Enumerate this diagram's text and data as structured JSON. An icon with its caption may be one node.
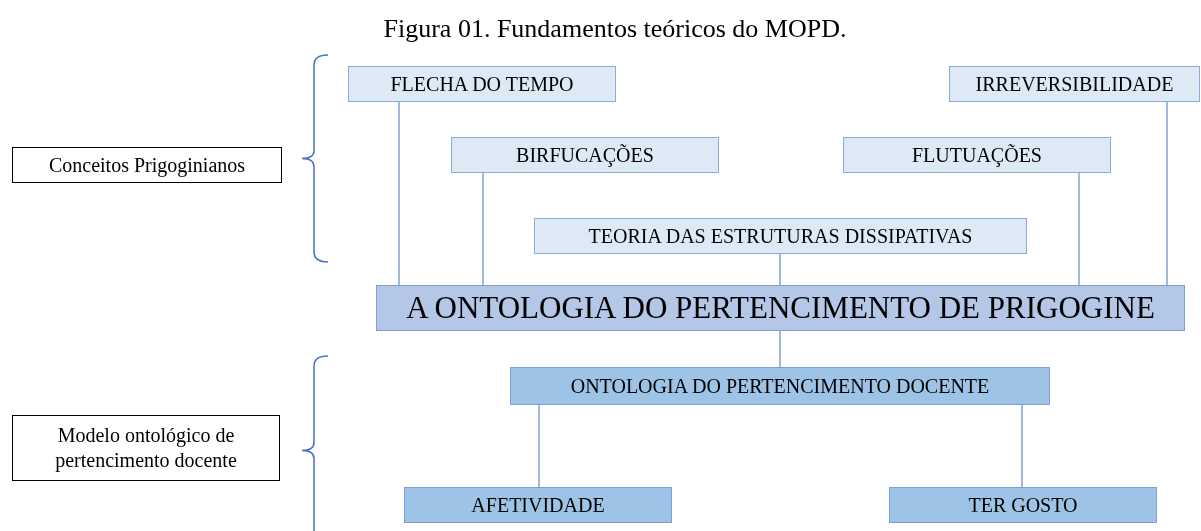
{
  "diagram": {
    "title": "Figura 01. Fundamentos teóricos do MOPD.",
    "nodes": [
      {
        "text": [
          "Conceitos Prigoginianos"
        ]
      },
      {
        "text": [
          "FLECHA DO TEMPO"
        ]
      },
      {
        "text": [
          "IRREVERSIBILIDADE"
        ]
      },
      {
        "text": [
          "BIRFUCAÇÕES"
        ]
      },
      {
        "text": [
          "FLUTUAÇÕES"
        ]
      },
      {
        "text": [
          "TEORIA DAS ESTRUTURAS DISSIPATIVAS"
        ]
      },
      {
        "text": [
          "A ONTOLOGIA DO PERTENCIMENTO DE PRIGOGINE"
        ]
      },
      {
        "text": [
          "Modelo ontológico de pertencimento docente"
        ]
      },
      {
        "text": [
          "ONTOLOGIA DO PERTENCIMENTO DOCENTE"
        ]
      },
      {
        "text": [
          "AFETIVIDADE"
        ]
      },
      {
        "text": [
          "TER GOSTO"
        ]
      }
    ],
    "edges": [
      {
        "from": 1,
        "to": 6,
        "arrow": "none"
      },
      {
        "from": 3,
        "to": 6,
        "arrow": "none"
      },
      {
        "from": 5,
        "to": 6,
        "arrow": "none"
      },
      {
        "from": 4,
        "to": 6,
        "arrow": "none"
      },
      {
        "from": 2,
        "to": 6,
        "arrow": "none"
      },
      {
        "from": 6,
        "to": 8,
        "arrow": "none"
      },
      {
        "from": 8,
        "to": 9,
        "arrow": "none"
      },
      {
        "from": 8,
        "to": 10,
        "arrow": "none"
      }
    ]
  }
}
